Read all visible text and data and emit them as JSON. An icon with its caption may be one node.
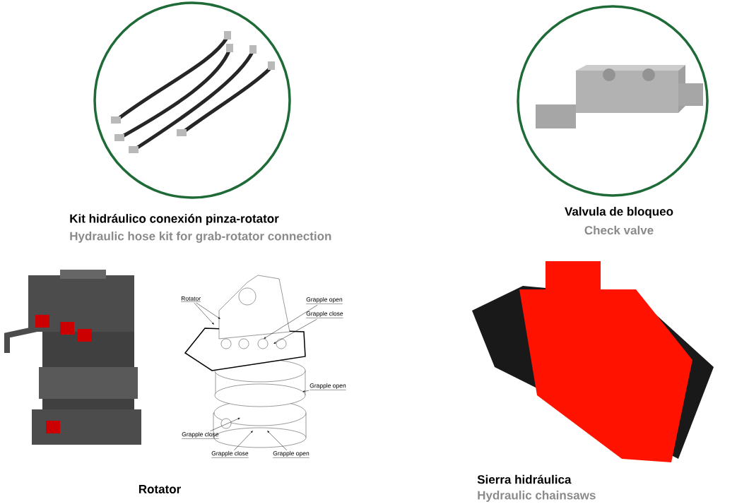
{
  "diagram": {
    "nodes": [
      {
        "text": [
          "Kit hidráulico conexión pinza-rotator",
          "Hydraulic hose kit for grab-rotator connection"
        ]
      },
      {
        "text": [
          "Valvula de bloqueo",
          "Check valve"
        ]
      },
      {
        "text": [
          "Rotator"
        ]
      },
      {
        "text": [
          "Sierra hidráulica",
          "Hydraulic chainsaws"
        ]
      },
      {
        "text": [],
        "shape": "picture"
      },
      {
        "text": [
          "Rotator"
        ]
      },
      {
        "text": [
          "Grapple open"
        ]
      },
      {
        "text": [
          "Grapple close"
        ]
      },
      {
        "text": [
          "Grapple open"
        ]
      },
      {
        "text": [
          "Grapple close"
        ]
      },
      {
        "text": [
          "Grapple close"
        ]
      },
      {
        "text": [
          "Grapple open"
        ]
      }
    ],
    "edges": [
      {
        "from": 5,
        "to": 4,
        "arrow": "to"
      },
      {
        "from": 5,
        "to": 4,
        "arrow": "to"
      },
      {
        "from": 6,
        "to": 4,
        "arrow": "to"
      },
      {
        "from": 7,
        "to": 4,
        "arrow": "to"
      },
      {
        "from": 8,
        "to": 4,
        "arrow": "to"
      },
      {
        "from": 9,
        "to": 4,
        "arrow": "to"
      },
      {
        "from": 10,
        "to": 4,
        "arrow": "to"
      },
      {
        "from": 11,
        "to": 4,
        "arrow": "to"
      }
    ]
  }
}
